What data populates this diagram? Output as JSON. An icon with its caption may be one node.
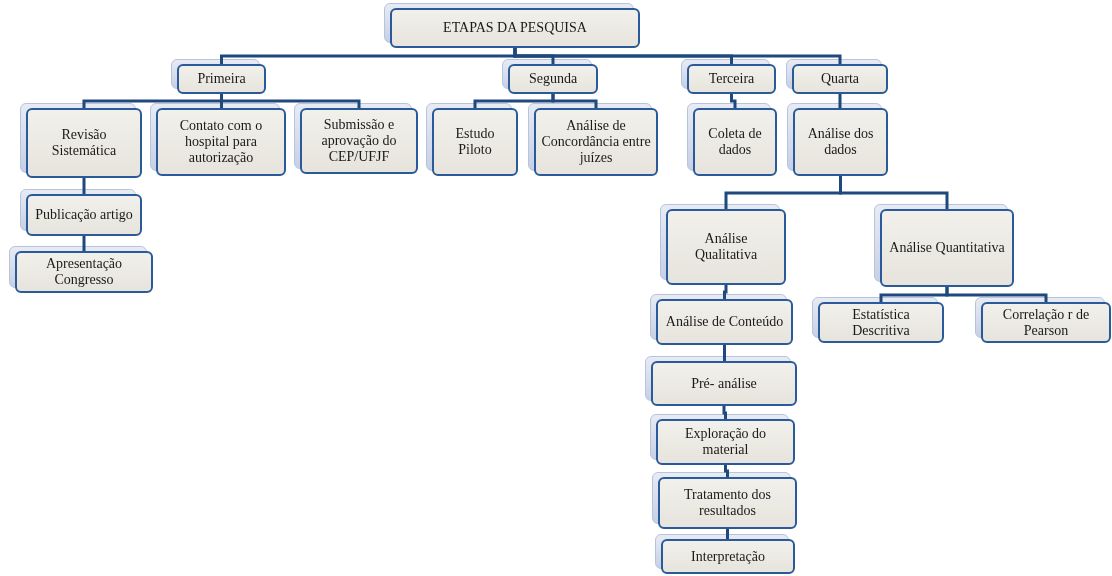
{
  "diagram": {
    "nodes": [
      {
        "text": [
          "ETAPAS  DA PESQUISA"
        ]
      },
      {
        "text": [
          "Primeira"
        ]
      },
      {
        "text": [
          "Segunda"
        ]
      },
      {
        "text": [
          "Terceira"
        ]
      },
      {
        "text": [
          "Quarta"
        ]
      },
      {
        "text": [
          "Revisão Sistemática"
        ]
      },
      {
        "text": [
          "Contato com o hospital para autorização"
        ]
      },
      {
        "text": [
          "Submissão e aprovação do CEP/UFJF"
        ]
      },
      {
        "text": [
          "Estudo Piloto"
        ]
      },
      {
        "text": [
          "Análise de Concordância entre juízes"
        ]
      },
      {
        "text": [
          "Coleta de dados"
        ]
      },
      {
        "text": [
          "Análise dos dados"
        ]
      },
      {
        "text": [
          "Publicação artigo"
        ]
      },
      {
        "text": [
          "Apresentação Congresso"
        ]
      },
      {
        "text": [
          "Análise Qualitativa"
        ]
      },
      {
        "text": [
          "Análise Quantitativa"
        ]
      },
      {
        "text": [
          "Análise de Conteúdo"
        ]
      },
      {
        "text": [
          "Estatística Descritiva"
        ]
      },
      {
        "text": [
          "Correlação r de Pearson"
        ]
      },
      {
        "text": [
          "Pré- análise"
        ]
      },
      {
        "text": [
          "Exploração do material"
        ]
      },
      {
        "text": [
          "Tratamento dos resultados"
        ]
      },
      {
        "text": [
          "Interpretação"
        ]
      }
    ],
    "edges": [
      {
        "from": 0,
        "to": 1,
        "arrow": "none"
      },
      {
        "from": 0,
        "to": 2,
        "arrow": "none"
      },
      {
        "from": 0,
        "to": 3,
        "arrow": "none"
      },
      {
        "from": 0,
        "to": 4,
        "arrow": "none"
      },
      {
        "from": 1,
        "to": 5,
        "arrow": "none"
      },
      {
        "from": 1,
        "to": 6,
        "arrow": "none"
      },
      {
        "from": 1,
        "to": 7,
        "arrow": "none"
      },
      {
        "from": 2,
        "to": 8,
        "arrow": "none"
      },
      {
        "from": 2,
        "to": 9,
        "arrow": "none"
      },
      {
        "from": 3,
        "to": 10,
        "arrow": "none"
      },
      {
        "from": 4,
        "to": 11,
        "arrow": "none"
      },
      {
        "from": 5,
        "to": 12,
        "arrow": "none"
      },
      {
        "from": 12,
        "to": 13,
        "arrow": "none"
      },
      {
        "from": 11,
        "to": 14,
        "arrow": "none"
      },
      {
        "from": 11,
        "to": 15,
        "arrow": "none"
      },
      {
        "from": 14,
        "to": 16,
        "arrow": "none"
      },
      {
        "from": 15,
        "to": 17,
        "arrow": "none"
      },
      {
        "from": 15,
        "to": 18,
        "arrow": "none"
      },
      {
        "from": 16,
        "to": 19,
        "arrow": "none"
      },
      {
        "from": 19,
        "to": 20,
        "arrow": "none"
      },
      {
        "from": 20,
        "to": 21,
        "arrow": "none"
      },
      {
        "from": 21,
        "to": 22,
        "arrow": "none"
      }
    ]
  }
}
